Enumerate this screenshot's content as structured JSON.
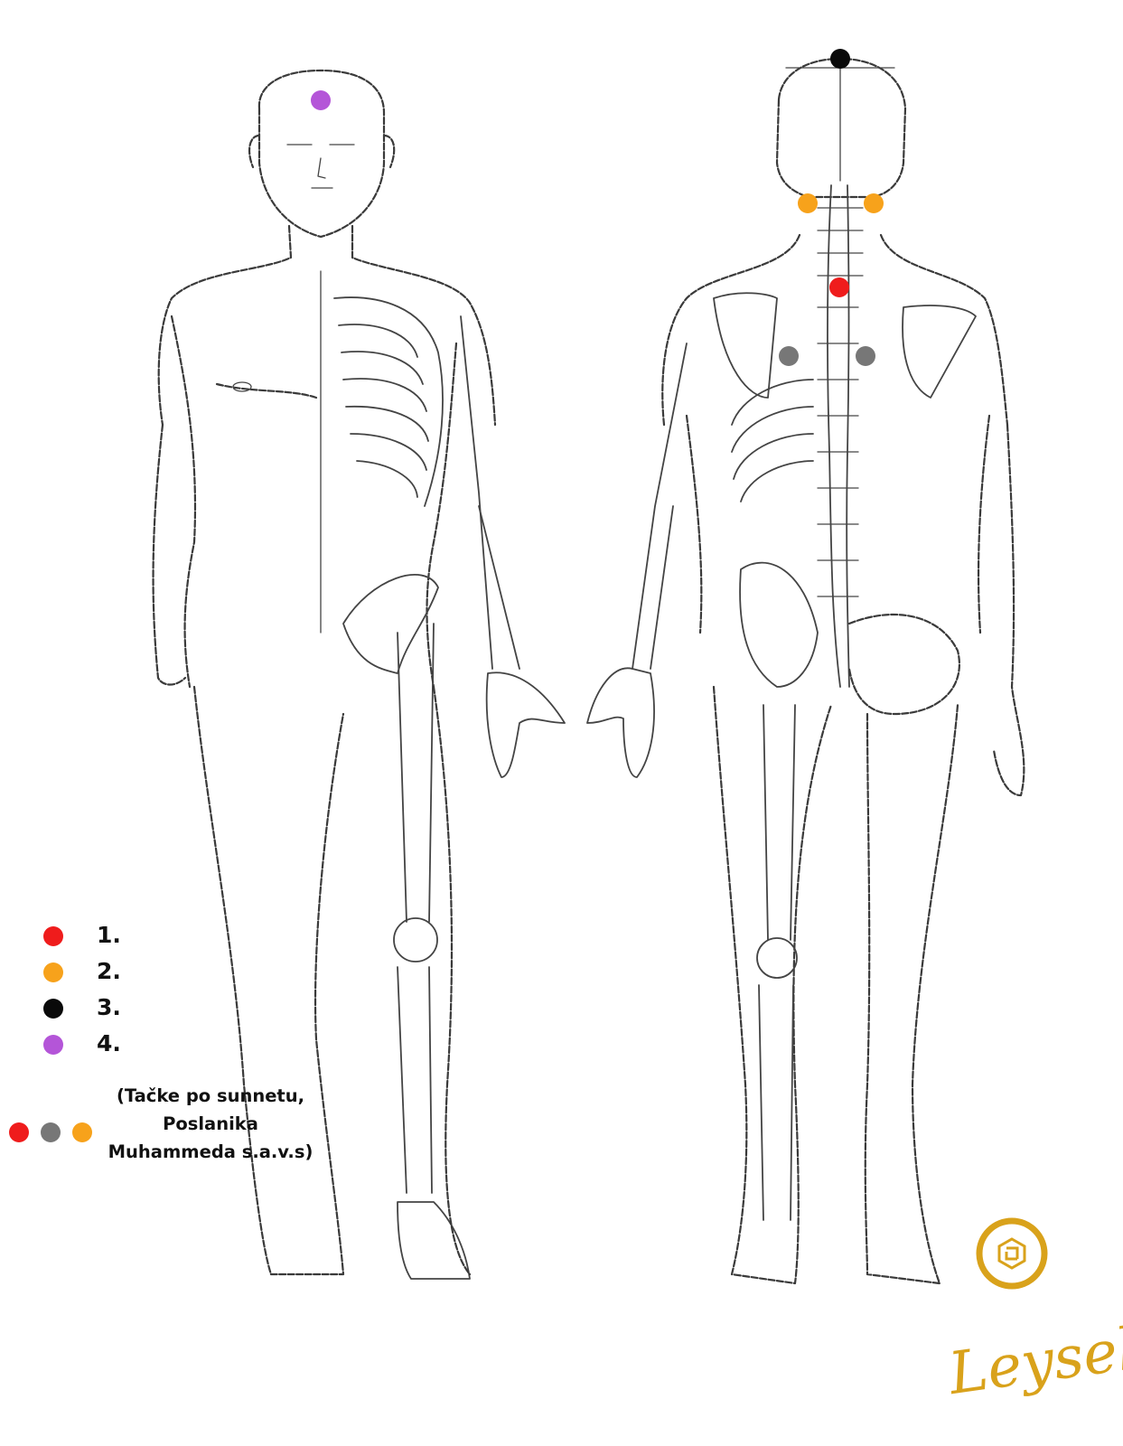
{
  "colors": {
    "point_1": "#ef1c1c",
    "point_2": "#f7a21b",
    "point_3": "#0a0a0a",
    "point_4": "#b455d8",
    "sunnah_gray": "#777777",
    "brand_gold": "#d9a21b"
  },
  "legend": [
    {
      "label": "1.",
      "color": "#ef1c1c"
    },
    {
      "label": "2.",
      "color": "#f7a21b"
    },
    {
      "label": "3.",
      "color": "#0a0a0a"
    },
    {
      "label": "4.",
      "color": "#b455d8"
    }
  ],
  "sunnah_note": {
    "dot_colors": [
      "#ef1c1c",
      "#777777",
      "#f7a21b"
    ],
    "line1": "(Tačke po sunnetu,",
    "line2": "Poslanika",
    "line3": "Muhammeda s.a.v.s)"
  },
  "figures": {
    "front": "front-body-figure",
    "back": "back-body-figure"
  },
  "icons": {
    "logo": "brand-circle-logo-icon"
  },
  "brand": {
    "name": "Leysel"
  }
}
